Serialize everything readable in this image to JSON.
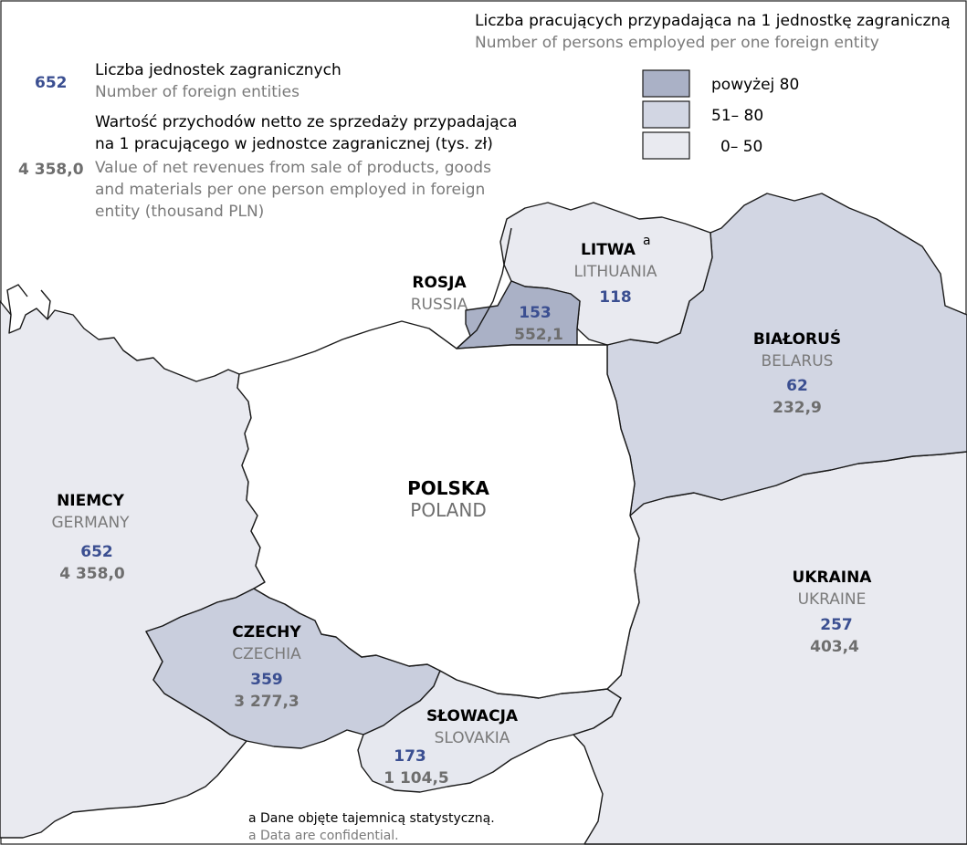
{
  "colors": {
    "above_80": "#aab1c6",
    "51_80": "#d2d6e3",
    "0_50": "#e9eaf0",
    "land_other": "#ebecf1",
    "count_text": "#3b4f91",
    "revenue_text": "#6e6e6e"
  },
  "legend_classes": {
    "title_pl": "Liczba pracujących przypadająca na 1 jednostkę zagraniczną",
    "title_en": "Number of persons employed per one foreign entity",
    "items": [
      {
        "label": "powyżej 80",
        "color": "#aab1c6"
      },
      {
        "label": "51– 80",
        "color": "#d2d6e3"
      },
      {
        "label": "0– 50",
        "color": "#e9eaf0"
      }
    ]
  },
  "legend_symbols": {
    "count_example": "652",
    "count_pl": "Liczba jednostek zagranicznych",
    "count_en": "Number of foreign entities",
    "revenue_example": "4 358,0",
    "revenue_pl_line1": "Wartość przychodów netto ze sprzedaży przypadająca",
    "revenue_pl_line2": "na 1 pracującego w jednostce zagranicznej (tys. zł)",
    "revenue_en_line1": "Value of net revenues from sale of products, goods",
    "revenue_en_line2": "and materials per one person employed in foreign",
    "revenue_en_line3": "entity (thousand PLN)"
  },
  "countries": {
    "germany": {
      "name_pl": "NIEMCY",
      "name_en": "GERMANY",
      "count": "652",
      "revenue": "4 358,0",
      "fill": "#e9eaf0"
    },
    "czechia": {
      "name_pl": "CZECHY",
      "name_en": "CZECHIA",
      "count": "359",
      "revenue": "3 277,3",
      "fill": "#c9cedd"
    },
    "slovakia": {
      "name_pl": "SŁOWACJA",
      "name_en": "SLOVAKIA",
      "count": "173",
      "revenue": "1 104,5",
      "fill": "#e6e8ef"
    },
    "ukraine": {
      "name_pl": "UKRAINA",
      "name_en": "UKRAINE",
      "count": "257",
      "revenue": "403,4",
      "fill": "#e9eaf0"
    },
    "belarus": {
      "name_pl": "BIAŁORUŚ",
      "name_en": "BELARUS",
      "count": "62",
      "revenue": "232,9",
      "fill": "#d2d6e3"
    },
    "lithuania": {
      "name_pl": "LITWA",
      "name_en": "LITHUANIA",
      "superscript": "a",
      "count": "118",
      "fill": "#e9eaf0"
    },
    "russia": {
      "name_pl": "ROSJA",
      "name_en": "RUSSIA",
      "count": "153",
      "revenue": "552,1",
      "fill": "#aab1c6"
    },
    "poland": {
      "name_pl": "POLSKA",
      "name_en": "POLAND",
      "fill": "#ffffff"
    }
  },
  "footnote": {
    "pl": "a Dane objęte tajemnicą statystyczną.",
    "en": "a Data are confidential."
  }
}
